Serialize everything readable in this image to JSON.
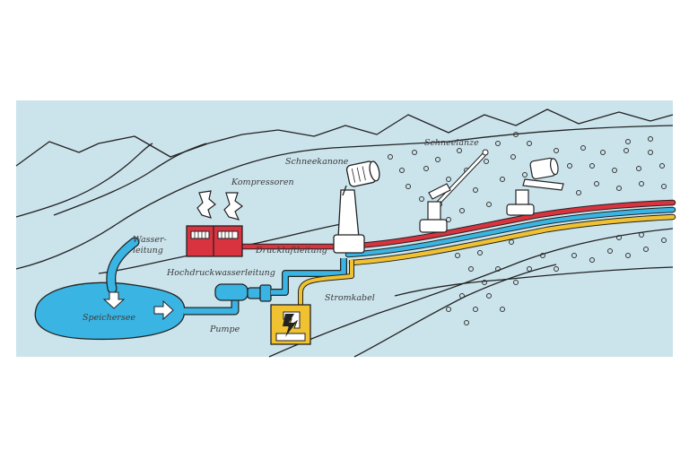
{
  "labels": {
    "wasserleitung_line1": "Wasser-",
    "wasserleitung_line2": "leitung",
    "kompressoren": "Kompressoren",
    "schneekanone": "Schneekanone",
    "schneelanze": "Schneelanze",
    "druckluftleitung": "Druckluftleitung",
    "hochdruckwasserleitung": "Hochdruckwasserleitung",
    "speichersee": "Speichersee",
    "pumpe": "Pumpe",
    "stromkabel": "Stromkabel"
  },
  "colors": {
    "sky": "#cbe4ec",
    "water": "#3ab5e3",
    "air_line": "#d9333f",
    "power_line": "#f0c232",
    "compressor": "#d9333f",
    "outline": "#222222"
  }
}
